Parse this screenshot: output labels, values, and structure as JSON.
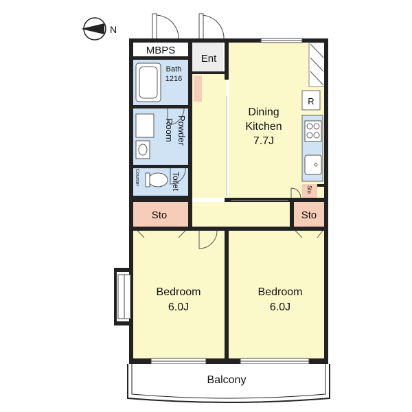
{
  "compass": {
    "label": "N"
  },
  "rooms": {
    "mbps": "MBPS",
    "entrance": "Ent",
    "bath": {
      "name": "Bath",
      "size": "1216"
    },
    "powder_room": {
      "line1": "Powder",
      "line2": "Room"
    },
    "counter": "Counter",
    "toilet": "Toilet",
    "dining_kitchen": {
      "line1": "Dining",
      "line2": "Kitchen",
      "size": "7.7J"
    },
    "refrigerator": "R",
    "storage_small": "Sto",
    "storage_left": "Sto",
    "storage_right": "Sto",
    "bedroom_left": {
      "name": "Bedroom",
      "size": "6.0J"
    },
    "bedroom_right": {
      "name": "Bedroom",
      "size": "6.0J"
    },
    "balcony": "Balcony"
  },
  "colors": {
    "room_fill": "#fbf8c9",
    "wet_fill": "#cfe3f5",
    "storage_fill": "#f6cdb8",
    "wall": "#222222",
    "counter_fill": "#e8f0f8"
  }
}
